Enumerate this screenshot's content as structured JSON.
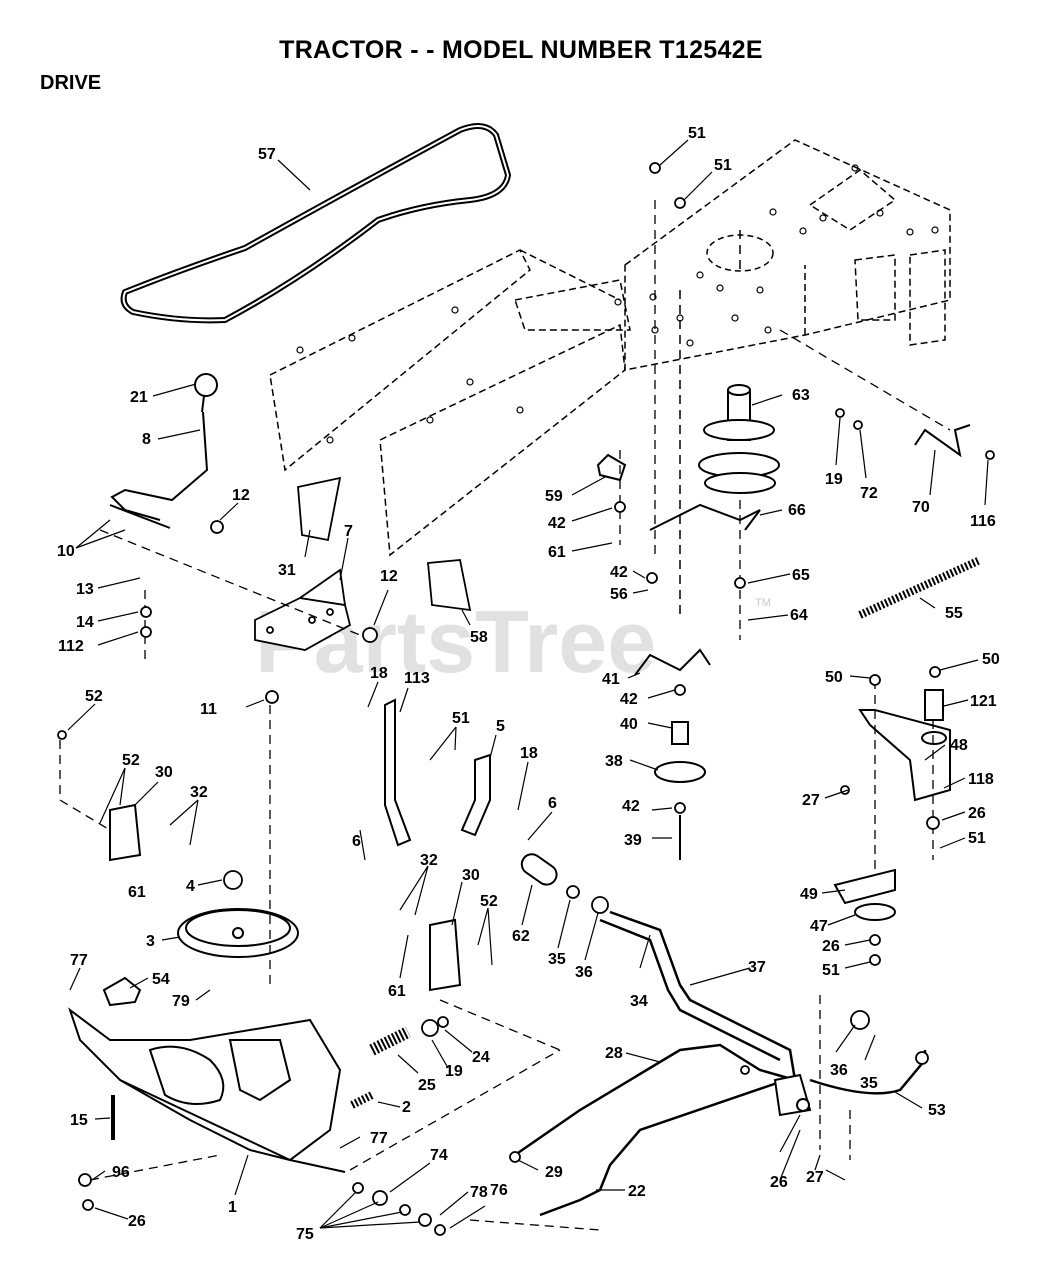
{
  "title": "TRACTOR - - MODEL NUMBER T12542E",
  "section": "DRIVE",
  "watermark": "PartsTree",
  "watermark_tm": "TM",
  "parts": [
    {
      "id": "57"
    },
    {
      "id": "51"
    },
    {
      "id": "51"
    },
    {
      "id": "63"
    },
    {
      "id": "21"
    },
    {
      "id": "8"
    },
    {
      "id": "19"
    },
    {
      "id": "72"
    },
    {
      "id": "70"
    },
    {
      "id": "116"
    },
    {
      "id": "59"
    },
    {
      "id": "42"
    },
    {
      "id": "66"
    },
    {
      "id": "10"
    },
    {
      "id": "12"
    },
    {
      "id": "31"
    },
    {
      "id": "7"
    },
    {
      "id": "61"
    },
    {
      "id": "42"
    },
    {
      "id": "56"
    },
    {
      "id": "65"
    },
    {
      "id": "13"
    },
    {
      "id": "14"
    },
    {
      "id": "112"
    },
    {
      "id": "12"
    },
    {
      "id": "58"
    },
    {
      "id": "64"
    },
    {
      "id": "55"
    },
    {
      "id": "52"
    },
    {
      "id": "18"
    },
    {
      "id": "113"
    },
    {
      "id": "41"
    },
    {
      "id": "42"
    },
    {
      "id": "50"
    },
    {
      "id": "50"
    },
    {
      "id": "11"
    },
    {
      "id": "51"
    },
    {
      "id": "5"
    },
    {
      "id": "40"
    },
    {
      "id": "121"
    },
    {
      "id": "52"
    },
    {
      "id": "30"
    },
    {
      "id": "32"
    },
    {
      "id": "18"
    },
    {
      "id": "38"
    },
    {
      "id": "48"
    },
    {
      "id": "27"
    },
    {
      "id": "118"
    },
    {
      "id": "6"
    },
    {
      "id": "6"
    },
    {
      "id": "42"
    },
    {
      "id": "26"
    },
    {
      "id": "61"
    },
    {
      "id": "39"
    },
    {
      "id": "51"
    },
    {
      "id": "4"
    },
    {
      "id": "32"
    },
    {
      "id": "30"
    },
    {
      "id": "49"
    },
    {
      "id": "52"
    },
    {
      "id": "3"
    },
    {
      "id": "62"
    },
    {
      "id": "47"
    },
    {
      "id": "35"
    },
    {
      "id": "36"
    },
    {
      "id": "26"
    },
    {
      "id": "61"
    },
    {
      "id": "37"
    },
    {
      "id": "77"
    },
    {
      "id": "54"
    },
    {
      "id": "51"
    },
    {
      "id": "79"
    },
    {
      "id": "34"
    },
    {
      "id": "28"
    },
    {
      "id": "24"
    },
    {
      "id": "19"
    },
    {
      "id": "36"
    },
    {
      "id": "25"
    },
    {
      "id": "35"
    },
    {
      "id": "2"
    },
    {
      "id": "53"
    },
    {
      "id": "15"
    },
    {
      "id": "77"
    },
    {
      "id": "96"
    },
    {
      "id": "29"
    },
    {
      "id": "74"
    },
    {
      "id": "26"
    },
    {
      "id": "1"
    },
    {
      "id": "78"
    },
    {
      "id": "22"
    },
    {
      "id": "76"
    },
    {
      "id": "27"
    },
    {
      "id": "26"
    },
    {
      "id": "75"
    }
  ]
}
